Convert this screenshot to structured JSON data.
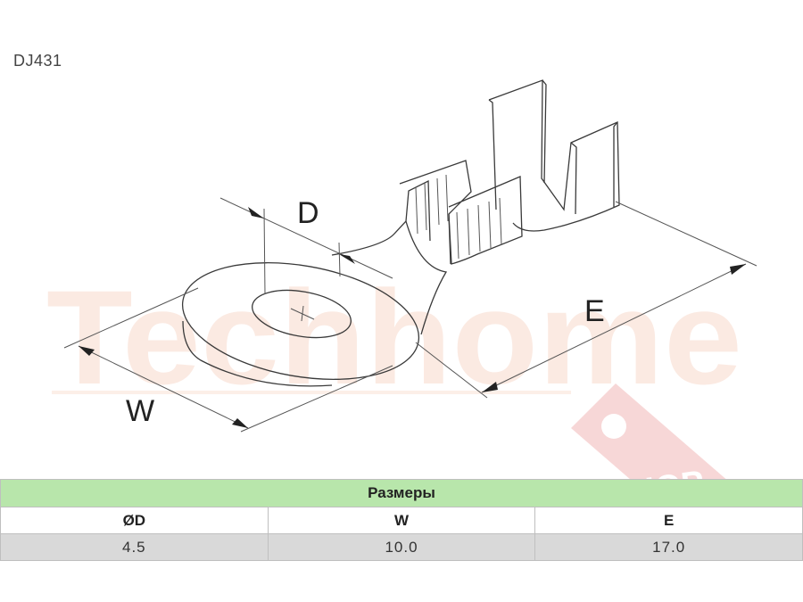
{
  "model_code": "DJ431",
  "dimension_labels": {
    "d": "D",
    "w": "W",
    "e": "E"
  },
  "watermark": {
    "brand": "Techhome",
    "shop": "SHOP"
  },
  "table": {
    "title": "Размеры",
    "headers": [
      "ØD",
      "W",
      "E"
    ],
    "values": [
      "4.5",
      "10.0",
      "17.0"
    ]
  },
  "colors": {
    "table_title_bg": "#b8e6ab",
    "table_values_bg": "#d9d9d9",
    "watermark": "#f5c9b8"
  }
}
